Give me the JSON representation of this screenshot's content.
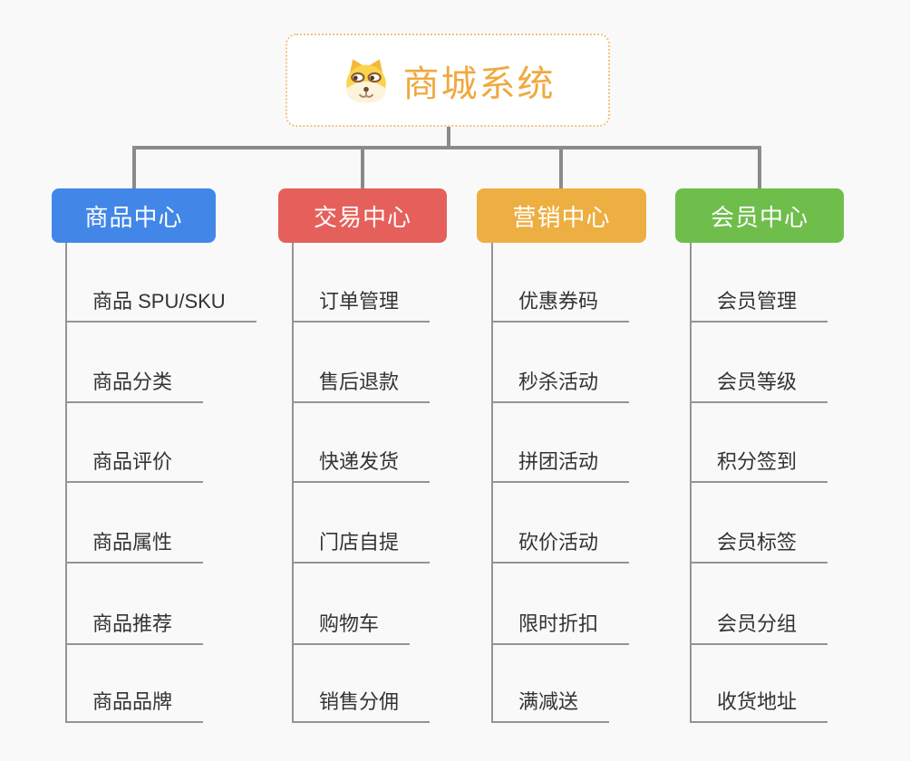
{
  "page": {
    "background": "#f9f9f9",
    "connector_color": "#8a8a8a",
    "underline_color": "#949494",
    "child_text_color": "#333333"
  },
  "root": {
    "title": "商城系统",
    "title_color": "#efa93f",
    "border_color": "#f2c181",
    "icon": "dog-face-icon"
  },
  "branches": [
    {
      "label": "商品中心",
      "color": "#4287e8",
      "children": [
        "商品 SPU/SKU",
        "商品分类",
        "商品评价",
        "商品属性",
        "商品推荐",
        "商品品牌"
      ]
    },
    {
      "label": "交易中心",
      "color": "#e5605b",
      "children": [
        "订单管理",
        "售后退款",
        "快递发货",
        "门店自提",
        "购物车",
        "销售分佣"
      ]
    },
    {
      "label": "营销中心",
      "color": "#edaf42",
      "children": [
        "优惠券码",
        "秒杀活动",
        "拼团活动",
        "砍价活动",
        "限时折扣",
        "满减送"
      ]
    },
    {
      "label": "会员中心",
      "color": "#6fbe4b",
      "children": [
        "会员管理",
        "会员等级",
        "积分签到",
        "会员标签",
        "会员分组",
        "收货地址"
      ]
    }
  ]
}
